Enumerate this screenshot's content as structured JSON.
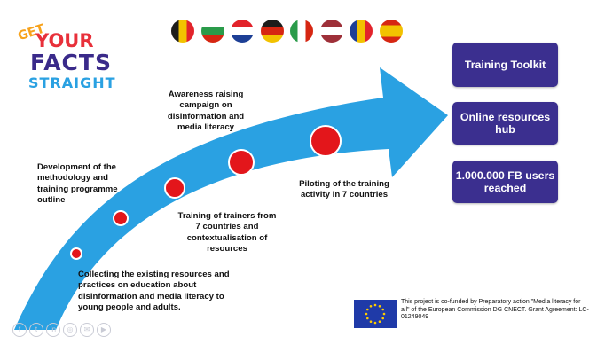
{
  "logo": {
    "line1": "GET",
    "line2": "YOUR",
    "line3": "FACTS",
    "line4": "STRAIGHT"
  },
  "flags": [
    {
      "country": "belgium",
      "colors": [
        "#1d1d1b",
        "#f2c200",
        "#e2232b"
      ]
    },
    {
      "country": "bulgaria",
      "colors": [
        "#ffffff",
        "#2a9b4a",
        "#d62612"
      ]
    },
    {
      "country": "croatia",
      "colors": [
        "#e2232b",
        "#ffffff",
        "#1d3f95"
      ]
    },
    {
      "country": "germany",
      "colors": [
        "#1d1d1b",
        "#d62612",
        "#f2c200"
      ]
    },
    {
      "country": "italy",
      "colors": [
        "#2a9b4a",
        "#ffffff",
        "#d62612"
      ]
    },
    {
      "country": "latvia",
      "colors": [
        "#9e3039",
        "#ffffff",
        "#9e3039"
      ]
    },
    {
      "country": "romania",
      "colors": [
        "#1d3f95",
        "#f2c200",
        "#e2232b"
      ]
    },
    {
      "country": "spain",
      "colors": [
        "#d62612",
        "#f2c200",
        "#d62612"
      ]
    }
  ],
  "steps": [
    {
      "text": "Collecting the existing resources and practices on education about disinformation and media literacy to young people and adults."
    },
    {
      "text": "Development of the methodology and training programme outline"
    },
    {
      "text": "Training of trainers from 7 countries and contextualisation of resources"
    },
    {
      "text": "Awareness raising campaign on disinformation and media literacy"
    },
    {
      "text": "Piloting of the training activity in 7 countries"
    }
  ],
  "side_buttons": [
    {
      "label": "Training Toolkit"
    },
    {
      "label": "Online resources hub"
    },
    {
      "label": "1.000.000 FB users reached"
    }
  ],
  "footer": {
    "eu_notice": "This project is co-funded by Preparatory action \"Media literacy for all\" of the European Commission DG CNECT. Grant Agreement: LC-01249049"
  },
  "social_icons": [
    "facebook-icon",
    "twitter-icon",
    "linkedin-icon",
    "instagram-icon",
    "email-icon",
    "youtube-icon"
  ],
  "colors": {
    "arrow": "#2aa1e2",
    "dot": "#e3161b",
    "button_bg": "#3b2f8f",
    "eu_blue": "#1f3aa8",
    "eu_star": "#ffcc00"
  }
}
